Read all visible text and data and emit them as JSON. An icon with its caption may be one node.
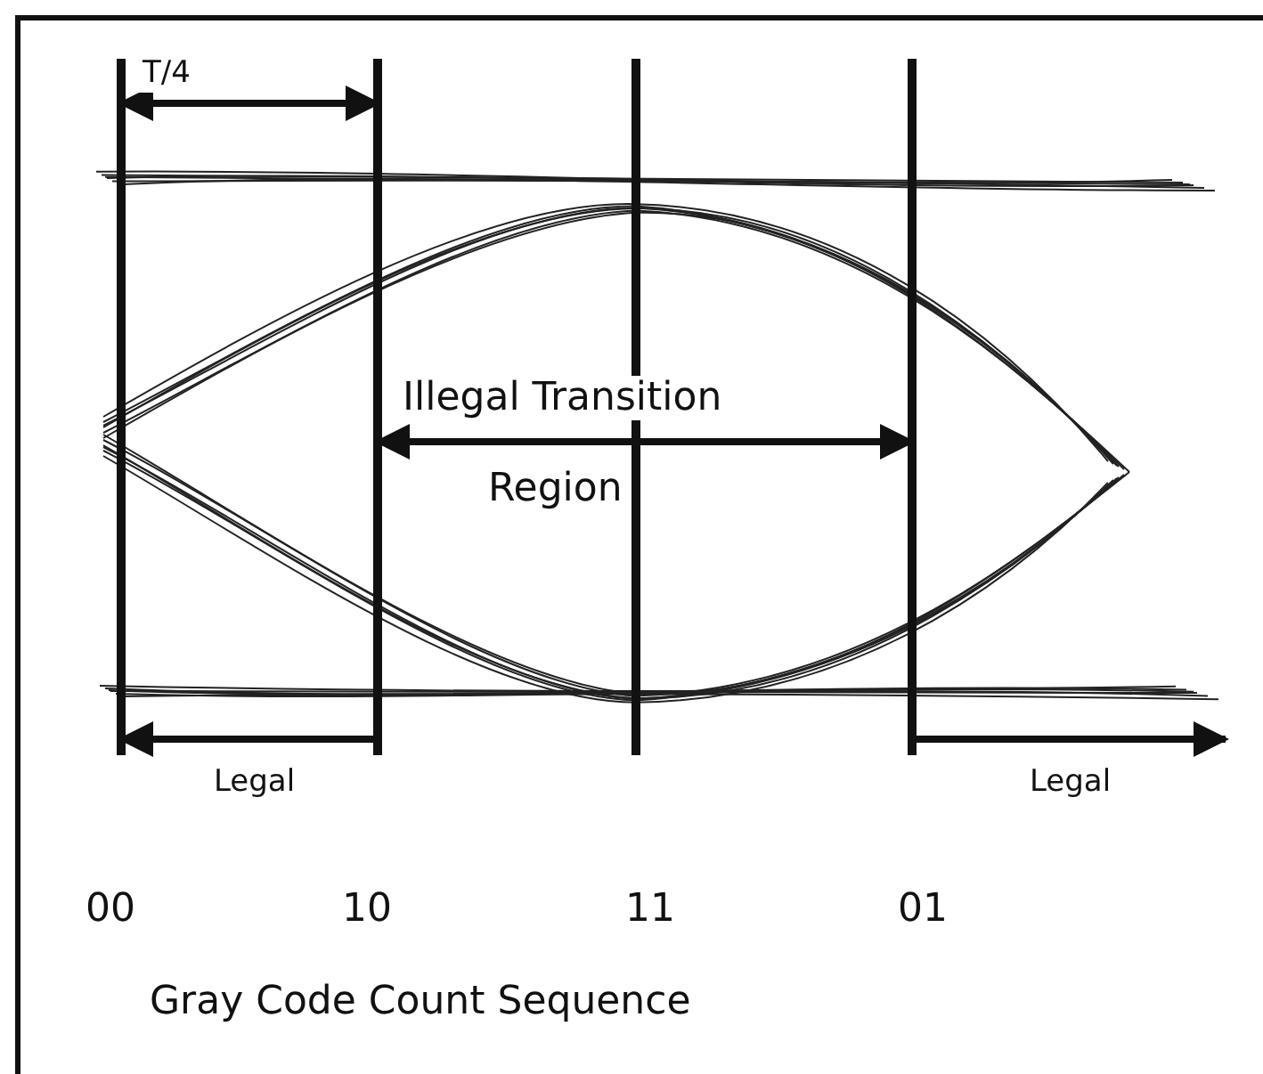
{
  "diagram": {
    "labels": [
      "T/4",
      "Illegal Transition",
      "Region",
      "Legal",
      "Legal",
      "00",
      "10",
      "11",
      "01",
      "Gray Code Count Sequence"
    ]
  }
}
